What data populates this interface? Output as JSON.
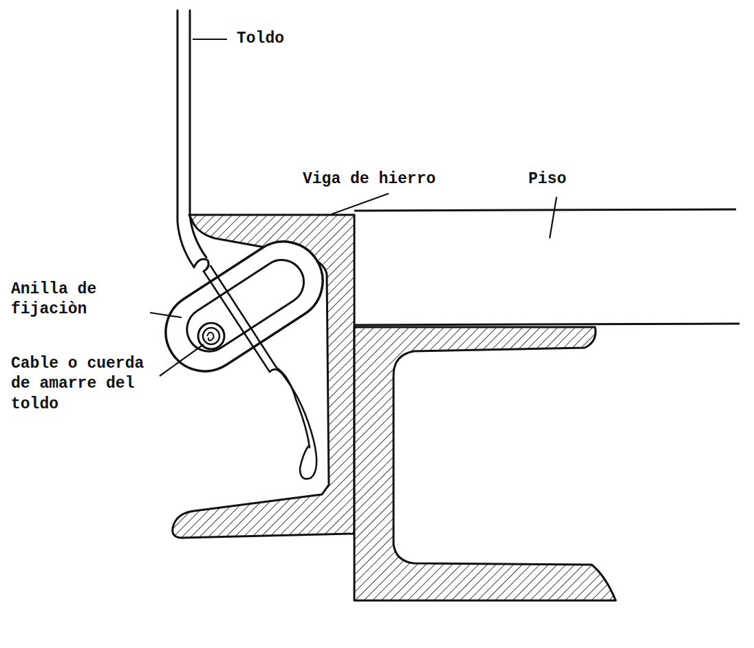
{
  "diagram": {
    "labels": [
      "Toldo",
      "Viga de hierro",
      "Piso",
      "Anilla de fijaciòn",
      "Cable o cuerda de amarre del toldo"
    ]
  }
}
